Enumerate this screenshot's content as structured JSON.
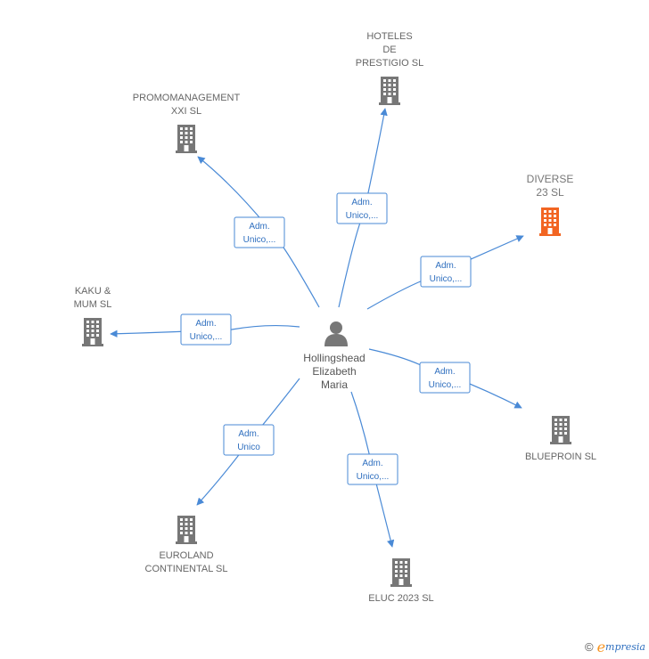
{
  "center": {
    "name_lines": [
      "Hollingshead",
      "Elizabeth",
      "Maria"
    ],
    "icon": "person-icon"
  },
  "companies": [
    {
      "id": "hoteles",
      "label_lines": [
        "HOTELES",
        "DE",
        "PRESTIGIO  SL"
      ],
      "role_lines": [
        "Adm.",
        "Unico,..."
      ],
      "highlight": false
    },
    {
      "id": "promomanagement",
      "label_lines": [
        "PROMOMANAGEMENT",
        "XXI  SL"
      ],
      "role_lines": [
        "Adm.",
        "Unico,..."
      ],
      "highlight": false
    },
    {
      "id": "diverse",
      "label_lines": [
        "DIVERSE",
        "23  SL"
      ],
      "role_lines": [
        "Adm.",
        "Unico,..."
      ],
      "highlight": true
    },
    {
      "id": "kaku",
      "label_lines": [
        "KAKU &",
        "MUM  SL"
      ],
      "role_lines": [
        "Adm.",
        "Unico,..."
      ],
      "highlight": false
    },
    {
      "id": "blueproin",
      "label_lines": [
        "BLUEPROIN SL"
      ],
      "role_lines": [
        "Adm.",
        "Unico,..."
      ],
      "highlight": false
    },
    {
      "id": "euroland",
      "label_lines": [
        "EUROLAND",
        "CONTINENTAL SL"
      ],
      "role_lines": [
        "Adm.",
        "Unico"
      ],
      "highlight": false
    },
    {
      "id": "eluc",
      "label_lines": [
        "ELUC 2023  SL"
      ],
      "role_lines": [
        "Adm.",
        "Unico,..."
      ],
      "highlight": false
    }
  ],
  "colors": {
    "building": "#777777",
    "building_highlight": "#f26522",
    "edge": "#4a8ad6"
  },
  "footer": {
    "copyright": "©",
    "brand_initial": "e",
    "brand_rest": "mpresia"
  }
}
